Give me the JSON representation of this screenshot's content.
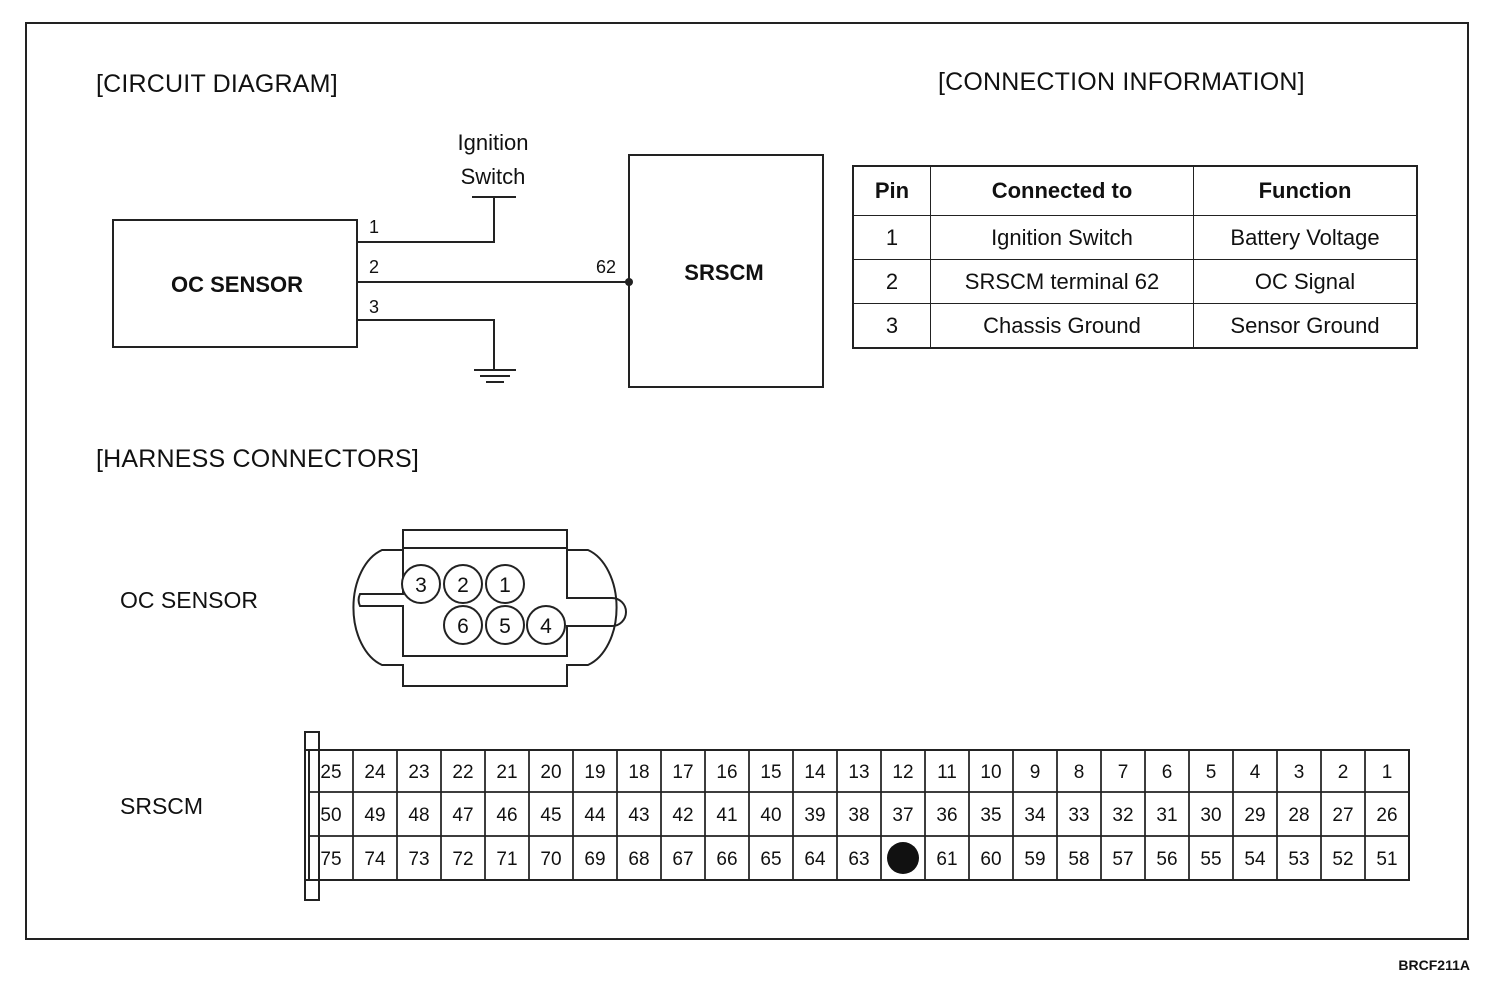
{
  "titles": {
    "circuit": "[CIRCUIT DIAGRAM]",
    "connection": "[CONNECTION INFORMATION]",
    "harness": "[HARNESS CONNECTORS]"
  },
  "circuit": {
    "oc_sensor_label": "OC SENSOR",
    "srscm_label": "SRSCM",
    "ignition_label_line1": "Ignition",
    "ignition_label_line2": "Switch",
    "wires": [
      "1",
      "2",
      "3"
    ],
    "srscm_terminal": "62"
  },
  "connection_table": {
    "headers": [
      "Pin",
      "Connected to",
      "Function"
    ],
    "rows": [
      [
        "1",
        "Ignition Switch",
        "Battery Voltage"
      ],
      [
        "2",
        "SRSCM terminal 62",
        "OC Signal"
      ],
      [
        "3",
        "Chassis Ground",
        "Sensor Ground"
      ]
    ]
  },
  "harness": {
    "oc_sensor_label": "OC SENSOR",
    "oc_sensor_pins_top": [
      "3",
      "2",
      "1"
    ],
    "oc_sensor_pins_bottom": [
      "6",
      "5",
      "4"
    ],
    "srscm_label": "SRSCM",
    "srscm_rows": [
      [
        "25",
        "24",
        "23",
        "22",
        "21",
        "20",
        "19",
        "18",
        "17",
        "16",
        "15",
        "14",
        "13",
        "12",
        "11",
        "10",
        "9",
        "8",
        "7",
        "6",
        "5",
        "4",
        "3",
        "2",
        "1"
      ],
      [
        "50",
        "49",
        "48",
        "47",
        "46",
        "45",
        "44",
        "43",
        "42",
        "41",
        "40",
        "39",
        "38",
        "37",
        "36",
        "35",
        "34",
        "33",
        "32",
        "31",
        "30",
        "29",
        "28",
        "27",
        "26"
      ],
      [
        "75",
        "74",
        "73",
        "72",
        "71",
        "70",
        "69",
        "68",
        "67",
        "66",
        "65",
        "64",
        "63",
        "",
        "61",
        "60",
        "59",
        "58",
        "57",
        "56",
        "55",
        "54",
        "53",
        "52",
        "51"
      ]
    ],
    "srscm_highlighted_pin": "62"
  },
  "reference_code": "BRCF211A"
}
